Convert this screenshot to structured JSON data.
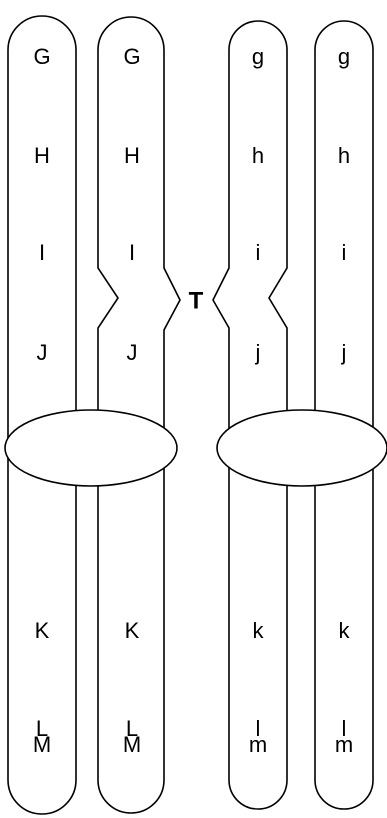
{
  "diagram": {
    "marker": "T",
    "pairs": [
      {
        "chromatids": [
          {
            "id": "left-outer",
            "genes": [
              "G",
              "H",
              "I",
              "J",
              "K",
              "L",
              "M"
            ]
          },
          {
            "id": "left-inner",
            "genes": [
              "G",
              "H",
              "I",
              "J",
              "K",
              "L",
              "M"
            ]
          }
        ]
      },
      {
        "chromatids": [
          {
            "id": "right-inner",
            "genes": [
              "g",
              "h",
              "i",
              "j",
              "k",
              "l",
              "m"
            ]
          },
          {
            "id": "right-outer",
            "genes": [
              "g",
              "h",
              "i",
              "j",
              "k",
              "l",
              "m"
            ]
          }
        ]
      }
    ]
  }
}
